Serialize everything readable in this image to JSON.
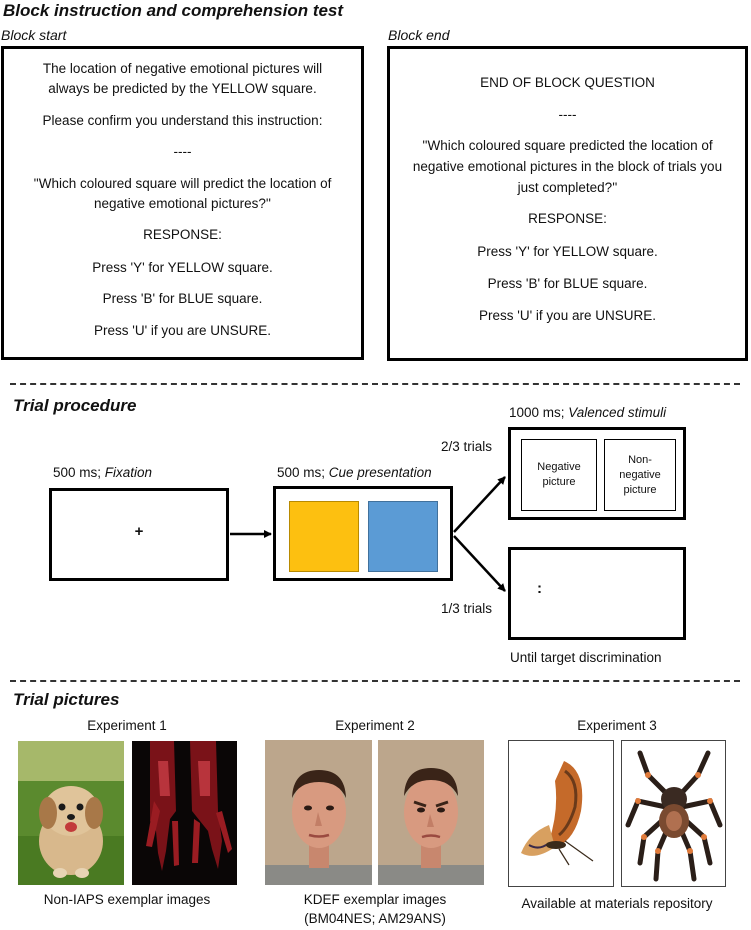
{
  "section1": {
    "title": "Block instruction and comprehension test",
    "block_start": {
      "label": "Block start",
      "lines": [
        "The location of negative emotional pictures will",
        "always be predicted by the YELLOW square.",
        "Please confirm you understand this instruction:",
        "----",
        "''Which coloured square will predict the location of",
        "negative emotional pictures?''",
        "RESPONSE:",
        "Press 'Y' for YELLOW square.",
        "Press 'B' for BLUE square.",
        "Press 'U' if you are UNSURE."
      ]
    },
    "block_end": {
      "label": "Block end",
      "lines": [
        "END OF BLOCK QUESTION",
        "----",
        "''Which coloured square predicted the location of",
        "negative emotional pictures in the block of trials you",
        "just completed?''",
        "RESPONSE:",
        "Press 'Y' for YELLOW square.",
        "Press 'B' for BLUE square.",
        "Press 'U' if you are UNSURE."
      ]
    }
  },
  "section2": {
    "title": "Trial procedure",
    "fixation": {
      "time": "500 ms; ",
      "name": "Fixation",
      "symbol": "+"
    },
    "cue": {
      "time": "500 ms; ",
      "name": "Cue presentation",
      "yellow": "#FDC010",
      "blue": "#5B9BD5"
    },
    "valenced": {
      "time": "1000 ms; ",
      "name": "Valenced stimuli",
      "left_pic": "Negative picture",
      "right_pic": "Non-negative picture"
    },
    "branch_top": "2/3 trials",
    "branch_bottom": "1/3 trials",
    "target": {
      "symbol": ":",
      "caption": "Until target discrimination"
    }
  },
  "section3": {
    "title": "Trial pictures",
    "experiments": [
      {
        "heading": "Experiment 1",
        "caption_lines": [
          "Non-IAPS exemplar images"
        ]
      },
      {
        "heading": "Experiment 2",
        "caption_lines": [
          "KDEF exemplar images",
          "(BM04NES; AM29ANS)"
        ]
      },
      {
        "heading": "Experiment 3",
        "caption_lines": [
          "Available at materials repository"
        ]
      }
    ]
  }
}
